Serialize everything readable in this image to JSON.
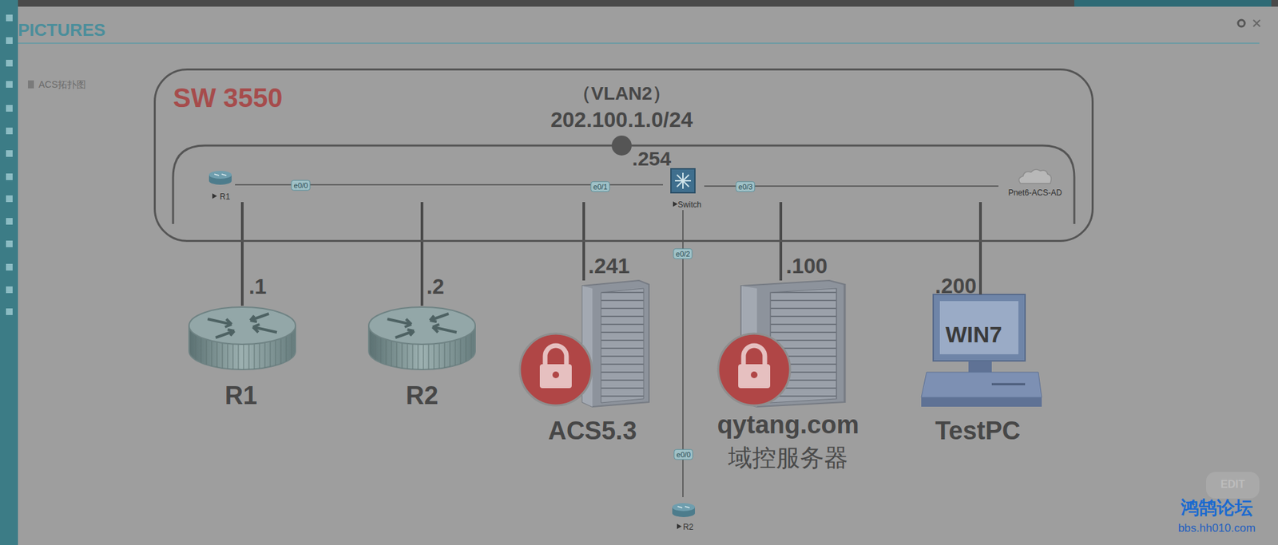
{
  "diagram": {
    "title": "PICTURES",
    "nodes": [
      {
        "text": [
          "SW 3550",
          "（VLAN2）",
          "202.100.1.0/24"
        ]
      },
      {
        "text": [
          "R1"
        ],
        "in": 0
      },
      {
        "text": [
          "Switch"
        ],
        "in": 0
      },
      {
        "text": [
          "Pnet6-ACS-AD"
        ],
        "in": 0
      },
      {
        "text": [
          "R2"
        ]
      },
      {
        "text": [
          "R1"
        ]
      },
      {
        "text": [
          "R2"
        ]
      },
      {
        "text": [
          "ACS5.3"
        ]
      },
      {
        "text": [
          "qytang.com",
          "域控服务器"
        ]
      },
      {
        "text": [
          "WIN7",
          "TestPC"
        ]
      }
    ],
    "edges": [
      {
        "from": 1,
        "to": 2,
        "arrow": "none",
        "label": "e0/0"
      },
      {
        "from": 2,
        "to": 3,
        "arrow": "none",
        "label": "e0/3"
      },
      {
        "from": 2,
        "to": 4,
        "arrow": "none",
        "label": "e0/2"
      },
      {
        "from": 0,
        "to": 5,
        "arrow": "none",
        "label": ".1"
      },
      {
        "from": 0,
        "to": 6,
        "arrow": "none",
        "label": ".2"
      },
      {
        "from": 0,
        "to": 7,
        "arrow": "none",
        "label": ".241"
      },
      {
        "from": 0,
        "to": 8,
        "arrow": "none",
        "label": ".100"
      },
      {
        "from": 0,
        "to": 9,
        "arrow": "none",
        "label": ".200"
      }
    ],
    "labels": [
      "ACS拓扑图",
      "e0/1",
      "e0/0",
      ".254",
      "鸿鹄论坛",
      "bbs.hh010.com",
      "EDIT"
    ]
  }
}
